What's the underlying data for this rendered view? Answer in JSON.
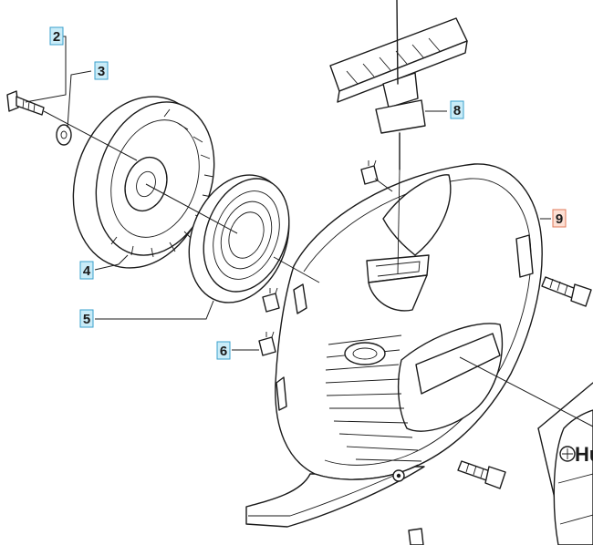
{
  "colors": {
    "callout_fill_default": "#c9ecf8",
    "callout_stroke_default": "#3aa0cc",
    "callout_fill_highlight": "#fde0d4",
    "callout_stroke_highlight": "#e07a5a",
    "line": "#1a1a1a"
  },
  "callouts": [
    {
      "id": "2",
      "label": "2",
      "highlight": false
    },
    {
      "id": "3",
      "label": "3",
      "highlight": false
    },
    {
      "id": "4",
      "label": "4",
      "highlight": false
    },
    {
      "id": "5",
      "label": "5",
      "highlight": false
    },
    {
      "id": "6",
      "label": "6",
      "highlight": false
    },
    {
      "id": "8",
      "label": "8",
      "highlight": false
    },
    {
      "id": "9",
      "label": "9",
      "highlight": true
    }
  ],
  "brand": {
    "text": "Hu"
  }
}
